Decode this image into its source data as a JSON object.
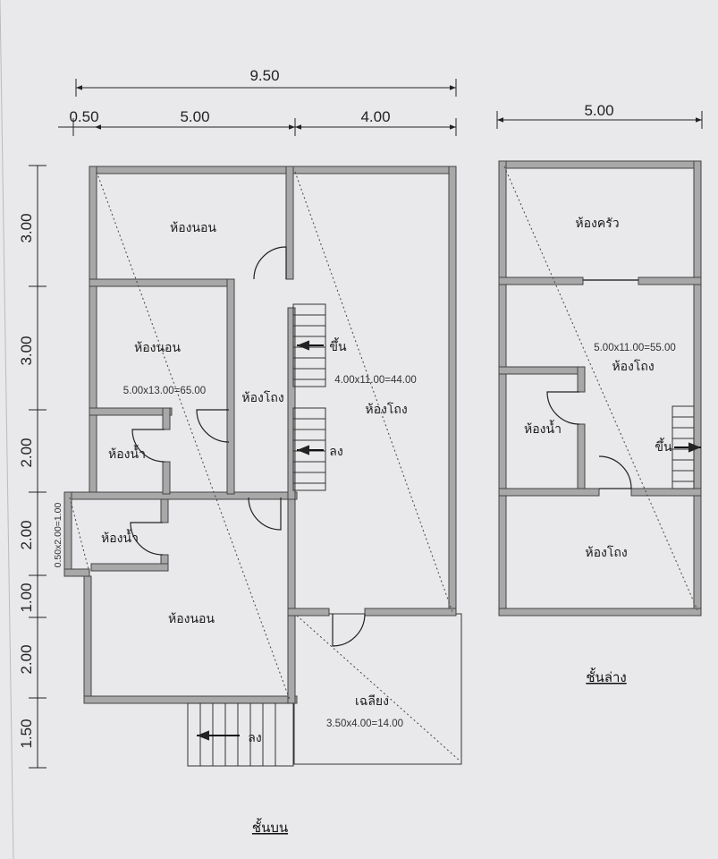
{
  "dimensions": {
    "top_total": "9.50",
    "top_a": "0.50",
    "top_b": "5.00",
    "top_c": "4.00",
    "right_width": "5.00",
    "left_1": "3.00",
    "left_2": "3.00",
    "left_3": "2.00",
    "left_4": "2.00",
    "left_5": "1.00",
    "left_6": "2.00",
    "left_7": "1.50"
  },
  "upper_floor": {
    "caption": "ชั้นบน",
    "bedroom_1": "ห้องนอน",
    "bedroom_2": "ห้องนอน",
    "bedroom_3": "ห้องนอน",
    "bathroom_1": "ห้องน้ำ",
    "bathroom_2": "ห้องน้ำ",
    "hall": "ห้องโถง",
    "hall_right": "ห้องโถง",
    "porch": "เฉลียง",
    "stair_up": "ขึ้น",
    "stair_down": "ลง",
    "stair_down_2": "ลง",
    "area_main": "5.00x13.00=65.00",
    "area_right": "4.00x11.00=44.00",
    "area_porch": "3.50x4.00=14.00",
    "area_small": "0.50x2.00=1.00"
  },
  "lower_floor": {
    "caption": "ชั้นล่าง",
    "kitchen": "ห้องครัว",
    "hall_1": "ห้องโถง",
    "hall_2": "ห้องโถง",
    "bathroom": "ห้องน้ำ",
    "stair_up": "ขึ้น",
    "area": "5.00x11.00=55.00"
  }
}
